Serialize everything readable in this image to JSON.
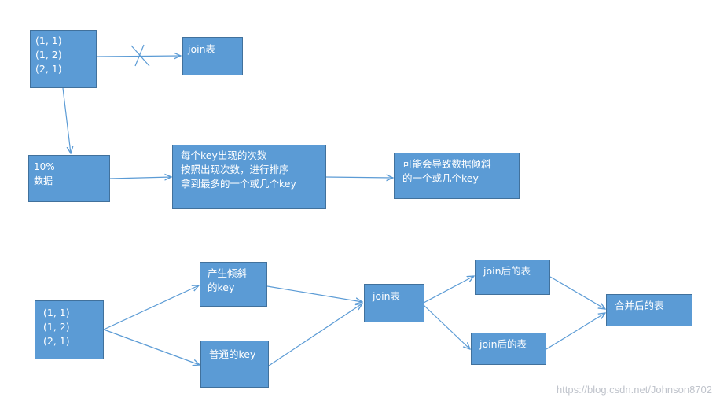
{
  "colors": {
    "node_fill": "#5b9bd5",
    "node_border": "#41719c",
    "edge": "#5b9bd5",
    "text": "#ffffff"
  },
  "nodes": {
    "input_top": [
      "(1, 1)",
      "(1, 2)",
      "(2, 1)"
    ],
    "join_top": [
      "join表"
    ],
    "sample": [
      "10%",
      "数据"
    ],
    "count": [
      "每个key出现的次数",
      "按照出现次数，进行排序",
      "拿到最多的一个或几个key"
    ],
    "result": [
      "可能会导致数据倾斜",
      "的一个或几个key"
    ],
    "input_bottom": [
      "(1, 1)",
      "(1, 2)",
      "(2, 1)"
    ],
    "skewed": [
      "产生倾斜",
      "的key"
    ],
    "normal": [
      "普通的key"
    ],
    "join_mid": [
      "join表"
    ],
    "joined_1": [
      "join后的表"
    ],
    "joined_2": [
      "join后的表"
    ],
    "merged": [
      "合并后的表"
    ]
  },
  "watermark": "https://blog.csdn.net/Johnson8702"
}
